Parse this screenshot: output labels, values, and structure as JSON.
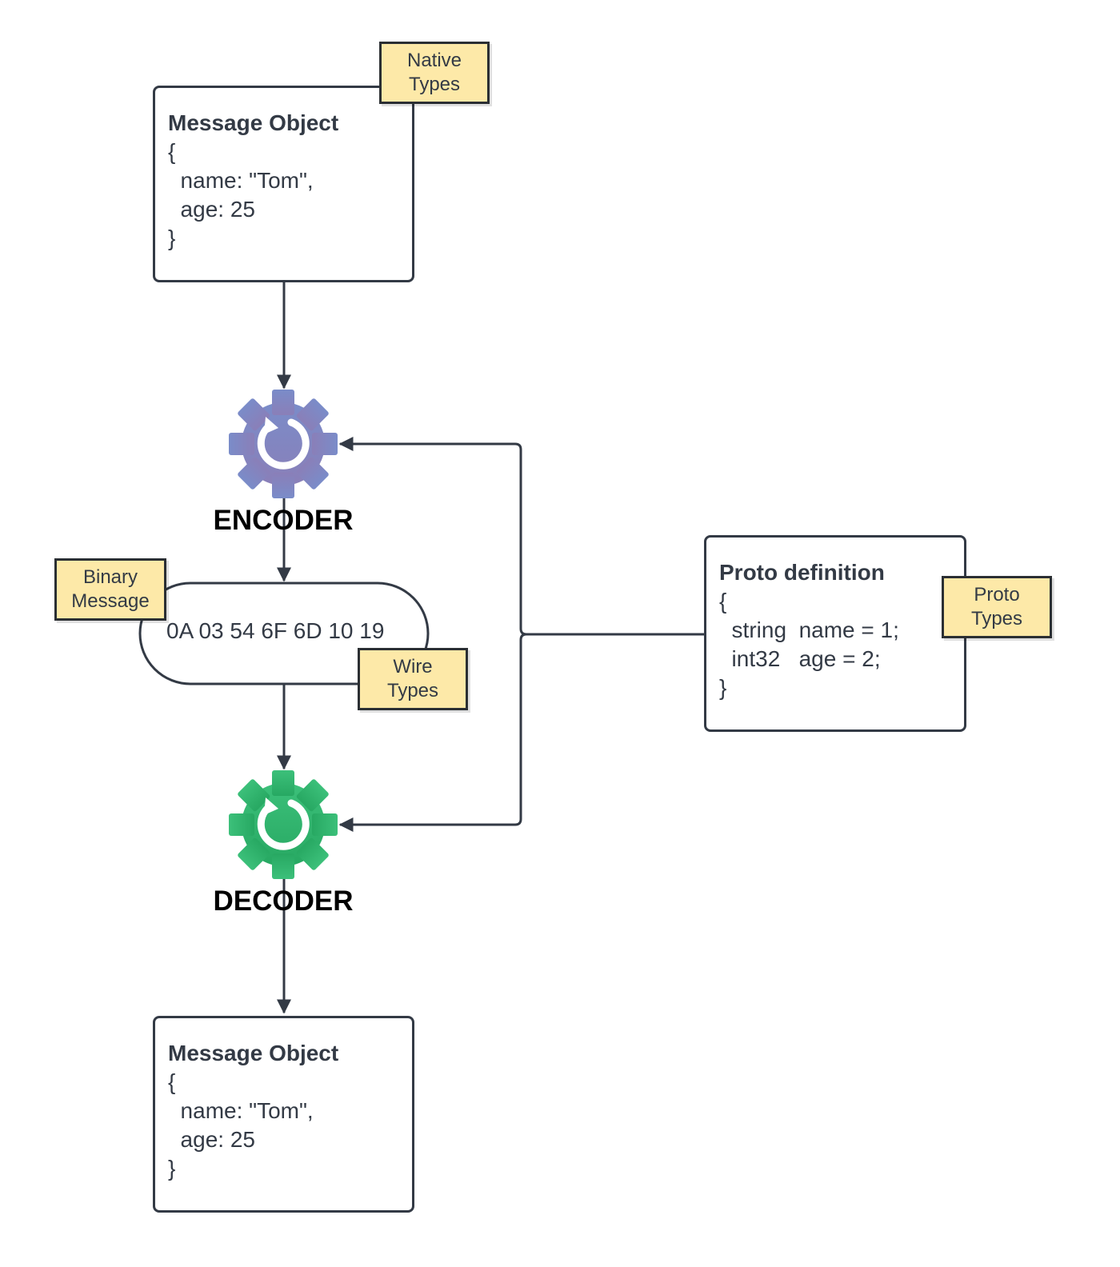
{
  "top_message": {
    "title": "Message Object",
    "lines": [
      "{",
      "  name: \"Tom\",",
      "  age: 25",
      "}"
    ]
  },
  "bottom_message": {
    "title": "Message Object",
    "lines": [
      "{",
      "  name: \"Tom\",",
      "  age: 25",
      "}"
    ]
  },
  "proto": {
    "title": "Proto definition",
    "lines": [
      "{",
      "  string  name = 1;",
      "  int32   age = 2;",
      "}"
    ]
  },
  "binary": {
    "text": "0A 03 54 6F 6D 10 19"
  },
  "encoder": {
    "label": "ENCODER",
    "icon": "gear-refresh-icon",
    "color": "#7c86c2"
  },
  "decoder": {
    "label": "DECODER",
    "icon": "gear-refresh-icon",
    "color": "#2fb26f"
  },
  "notes": {
    "native": [
      "Native",
      "Types"
    ],
    "binary": [
      "Binary",
      "Message"
    ],
    "wire": [
      "Wire",
      "Types"
    ],
    "proto": [
      "Proto",
      "Types"
    ]
  },
  "colors": {
    "line": "#333a45",
    "note_fill": "#fde9a8"
  }
}
